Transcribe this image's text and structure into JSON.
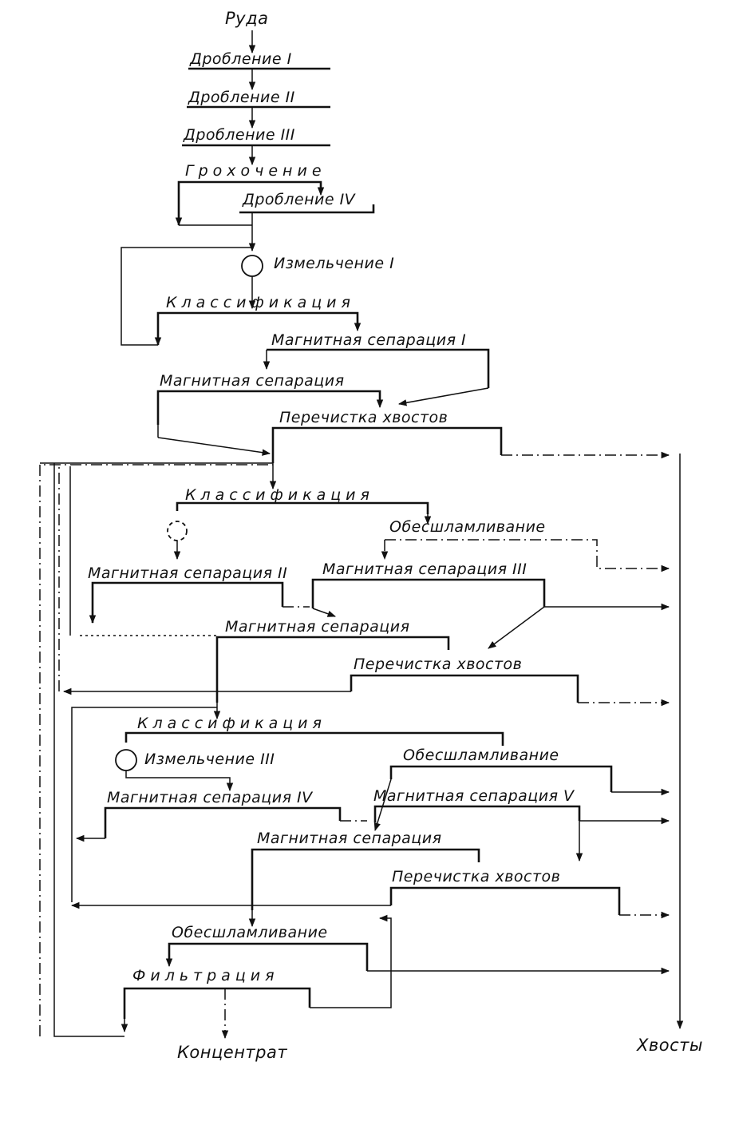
{
  "diagram": {
    "labels": {
      "ore": "Руда",
      "crushing_1": "Дробление I",
      "crushing_2": "Дробление II",
      "crushing_3": "Дробление III",
      "screening": "Грохочение",
      "crushing_4": "Дробление IV",
      "grinding_1": "Измельчение I",
      "classification_1": "Классификация",
      "magnetic_sep_1": "Магнитная сепарация I",
      "magnetic_sep": "Магнитная сепарация",
      "tails_cleaning_1": "Перечистка хвостов",
      "classification_2": "Классификация",
      "desliming_1": "Обесшламливание",
      "magnetic_sep_2": "Магнитная сепарация II",
      "magnetic_sep_3": "Магнитная сепарация III",
      "magnetic_sep_b": "Магнитная сепарация",
      "tails_cleaning_2": "Перечистка хвостов",
      "classification_3": "Классификация",
      "grinding_3": "Измельчение III",
      "desliming_2": "Обесшламливание",
      "magnetic_sep_4": "Магнитная сепарация IV",
      "magnetic_sep_5": "Магнитная сепарация V",
      "magnetic_sep_c": "Магнитная сепарация",
      "tails_cleaning_3": "Перечистка хвостов",
      "desliming_3": "Обесшламливание",
      "filtration": "Фильтрация",
      "concentrate": "Концентрат",
      "tails": "Хвосты"
    }
  }
}
